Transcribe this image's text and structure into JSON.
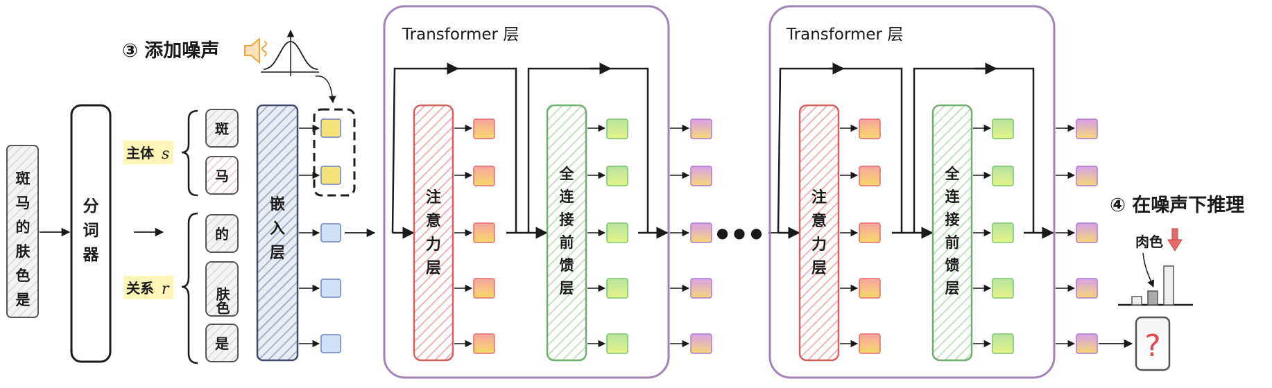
{
  "input": {
    "chars": [
      "斑",
      "马",
      "的",
      "肤",
      "色",
      "是"
    ]
  },
  "tokenizer": {
    "chars": [
      "分",
      "词",
      "器"
    ]
  },
  "subject": {
    "label": "主体",
    "symbol": "s",
    "tokens": [
      "斑",
      "马"
    ]
  },
  "relation": {
    "label": "关系",
    "symbol": "r",
    "tokens": [
      "的",
      "肤色",
      "是"
    ]
  },
  "embedding": {
    "chars": [
      "嵌",
      "入",
      "层"
    ]
  },
  "noise": {
    "label": "③ 添加噪声"
  },
  "transformer_blocks": [
    {
      "title": "Transformer 层",
      "attention_chars": [
        "注",
        "意",
        "力",
        "层"
      ],
      "ffn_chars": [
        "全",
        "连",
        "接",
        "前",
        "馈",
        "层"
      ]
    },
    {
      "title": "Transformer 层",
      "attention_chars": [
        "注",
        "意",
        "力",
        "层"
      ],
      "ffn_chars": [
        "全",
        "连",
        "接",
        "前",
        "馈",
        "层"
      ]
    }
  ],
  "ellipsis": "● ● ●",
  "inference": {
    "label": "④ 在噪声下推理",
    "answer_label": "肉色",
    "question_mark": "?"
  },
  "colors": {
    "attention": "#e26b6b",
    "attention_fill": "#f9dede",
    "ffn": "#7bb87b",
    "ffn_fill": "#e3f1e1",
    "embedding": "#3e4a66",
    "embedding_fill": "#d4dbe7",
    "box_purple": "#a382b8",
    "noise_yellow": "#f4e27a",
    "embed_blue": "#cfe0f7",
    "highlight": "#fdf6b9",
    "question": "#e14a4a"
  }
}
